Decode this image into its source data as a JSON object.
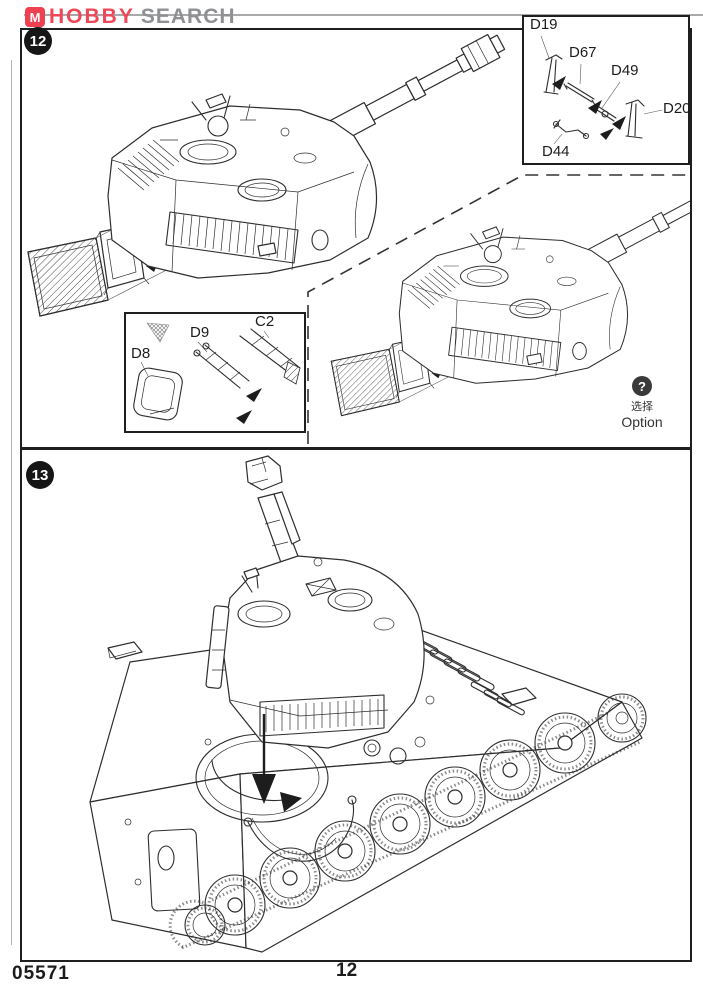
{
  "brand": {
    "logo_letter": "M",
    "name_primary": "HOBBY",
    "name_secondary": "SEARCH"
  },
  "steps": {
    "step12": {
      "number": "12"
    },
    "step13": {
      "number": "13"
    }
  },
  "parts": {
    "inset_antenna": {
      "d19": "D19",
      "d67": "D67",
      "d49": "D49",
      "d20": "D20",
      "d44": "D44"
    },
    "inset_grille": {
      "d8": "D8",
      "d9": "D9",
      "c2": "C2"
    }
  },
  "option_marker": {
    "symbol": "?",
    "label_cn": "选择",
    "label_en": "Option"
  },
  "footer": {
    "kit_number": "05571",
    "page_number": "12"
  },
  "colors": {
    "brand_red": "#ee4757",
    "brand_gray": "#8f9094",
    "ink": "#2e2e2e",
    "badge_bg": "#161616",
    "paper": "#ffffff"
  }
}
